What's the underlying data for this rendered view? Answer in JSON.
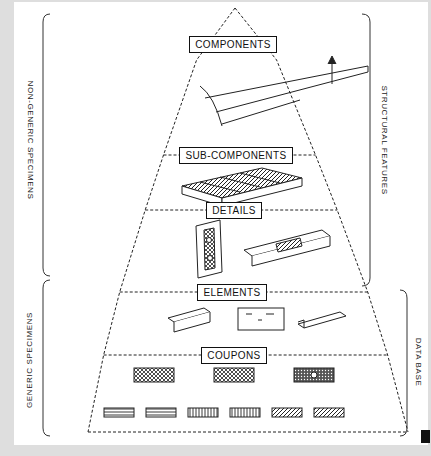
{
  "diagram": {
    "nodes": [
      {
        "text": [
          "COMPONENTS"
        ]
      },
      {
        "text": [
          "SUB-COMPONENTS"
        ]
      },
      {
        "text": [
          "DETAILS"
        ]
      },
      {
        "text": [
          "ELEMENTS"
        ]
      },
      {
        "text": [
          "COUPONS"
        ]
      }
    ],
    "labels": [
      "NON-GENERIC SPECIMENS",
      "GENERIC SPECIMENS",
      "STRUCTURAL FEATURES",
      "DATA BASE"
    ]
  }
}
